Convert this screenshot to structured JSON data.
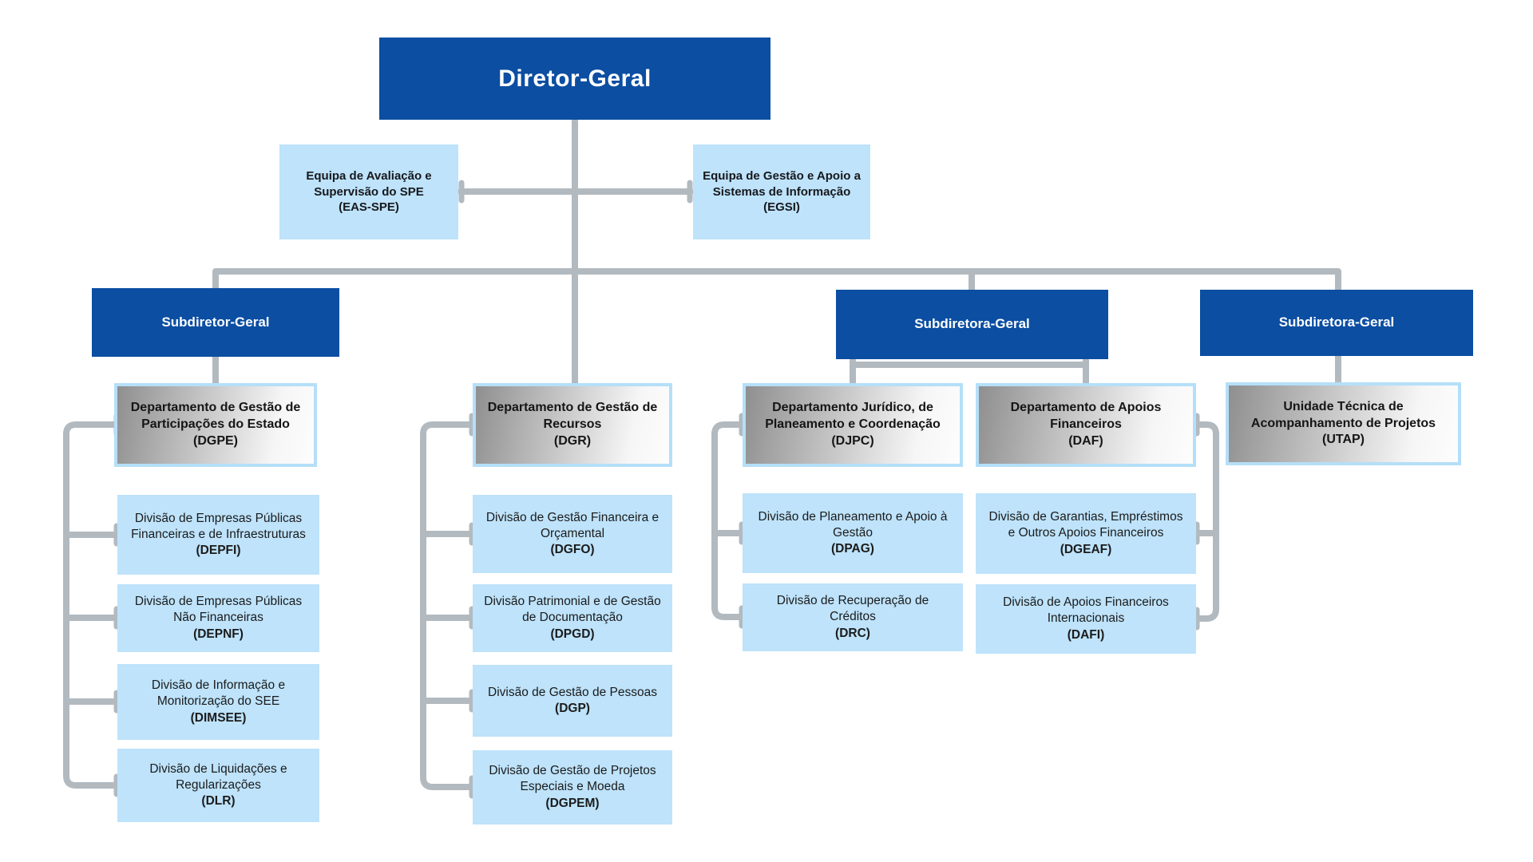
{
  "palette": {
    "primary_blue": "#0B4EA2",
    "light_blue": "#BEE3FB",
    "department_border_blue": "#B5DFF8",
    "department_gradient_gray": "#8F8F8F",
    "connector_gray": "#B2BAC0"
  },
  "director": {
    "title": "Diretor-Geral"
  },
  "staff_units": [
    {
      "name": "Equipa de Avaliação e Supervisão do SPE",
      "acronym": "(EAS-SPE)"
    },
    {
      "name": "Equipa de Gestão e Apoio a Sistemas de Informação",
      "acronym": "(EGSI)"
    }
  ],
  "subdirectors": [
    {
      "title": "Subdiretor-Geral"
    },
    {
      "title": "Subdiretora-Geral"
    },
    {
      "title": "Subdiretora-Geral"
    }
  ],
  "departments": [
    {
      "name": "Departamento de Gestão de Participações do Estado",
      "acronym": "(DGPE)"
    },
    {
      "name": "Departamento de Gestão de Recursos",
      "acronym": "(DGR)"
    },
    {
      "name": "Departamento Jurídico, de Planeamento e Coordenação",
      "acronym": "(DJPC)"
    },
    {
      "name": "Departamento de Apoios Financeiros",
      "acronym": "(DAF)"
    },
    {
      "name": "Unidade Técnica de Acompanhamento de Projetos",
      "acronym": "(UTAP)"
    }
  ],
  "divisions": {
    "dgpe": [
      {
        "name": "Divisão de Empresas Públicas Financeiras e de Infraestruturas",
        "acronym": "(DEPFI)"
      },
      {
        "name": "Divisão de Empresas Públicas Não Financeiras",
        "acronym": "(DEPNF)"
      },
      {
        "name": "Divisão de Informação e Monitorização do SEE",
        "acronym": "(DIMSEE)"
      },
      {
        "name": "Divisão de Liquidações e Regularizações",
        "acronym": "(DLR)"
      }
    ],
    "dgr": [
      {
        "name": "Divisão de Gestão Financeira e Orçamental",
        "acronym": "(DGFO)"
      },
      {
        "name": "Divisão Patrimonial e de Gestão de Documentação",
        "acronym": "(DPGD)"
      },
      {
        "name": "Divisão de Gestão de Pessoas",
        "acronym": "(DGP)"
      },
      {
        "name": "Divisão de Gestão de Projetos Especiais e Moeda",
        "acronym": "(DGPEM)"
      }
    ],
    "djpc": [
      {
        "name": "Divisão de Planeamento e Apoio à Gestão",
        "acronym": "(DPAG)"
      },
      {
        "name": "Divisão de Recuperação de Créditos",
        "acronym": "(DRC)"
      }
    ],
    "daf": [
      {
        "name": "Divisão de Garantias, Empréstimos e Outros Apoios Financeiros",
        "acronym": "(DGEAF)"
      },
      {
        "name": "Divisão de Apoios Financeiros Internacionais",
        "acronym": "(DAFI)"
      }
    ]
  }
}
